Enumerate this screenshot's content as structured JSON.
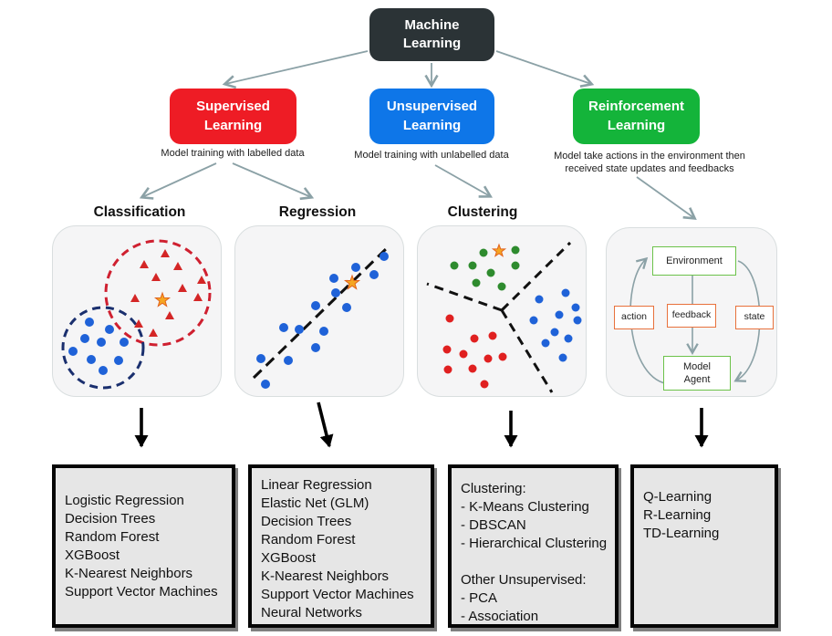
{
  "root": {
    "label": "Machine Learning"
  },
  "branches": [
    {
      "label": "Supervised Learning",
      "caption": "Model training with labelled data",
      "color": "#ee1c25"
    },
    {
      "label": "Unsupervised Learning",
      "caption": "Model training with unlabelled data",
      "color": "#0e76e8"
    },
    {
      "label": "Reinforcement Learning",
      "caption": "Model take actions in the environment then\nreceived state updates and feedbacks",
      "color": "#14b43a"
    }
  ],
  "categories": [
    {
      "label": "Classification"
    },
    {
      "label": "Regression"
    },
    {
      "label": "Clustering"
    }
  ],
  "rl_diagram": {
    "environment": "Environment",
    "feedback": "feedback",
    "action": "action",
    "state": "state",
    "agent": "Model\nAgent"
  },
  "algorithm_boxes": [
    {
      "lines": [
        "Logistic Regression",
        "Decision Trees",
        "Random Forest",
        "XGBoost",
        "K-Nearest Neighbors",
        "Support Vector Machines"
      ]
    },
    {
      "lines": [
        "Linear Regression",
        "Elastic Net (GLM)",
        "Decision Trees",
        "Random Forest",
        "XGBoost",
        "K-Nearest Neighbors",
        "Support Vector Machines",
        "Neural Networks"
      ]
    },
    {
      "lines": [
        "Clustering:",
        "- K-Means Clustering",
        "- DBSCAN",
        "- Hierarchical Clustering",
        "",
        "Other Unsupervised:",
        "- PCA",
        "- Association"
      ]
    },
    {
      "lines": [
        "Q-Learning",
        "R-Learning",
        "TD-Learning"
      ]
    }
  ],
  "colors": {
    "root_box": "#2b3336",
    "supervised": "#ee1c25",
    "unsupervised": "#0e76e8",
    "reinforcement": "#14b43a",
    "connector_gray": "#8ba1a6",
    "panel_bg": "#f5f5f6",
    "algo_box_bg": "#e6e6e6",
    "red_marker": "#d42626",
    "blue_marker": "#1f62d8",
    "green_marker": "#2e8b2e",
    "star_marker": "#f5a623",
    "red_cluster_circle": "#cf2030",
    "navy_cluster_circle": "#1a2f6e"
  }
}
